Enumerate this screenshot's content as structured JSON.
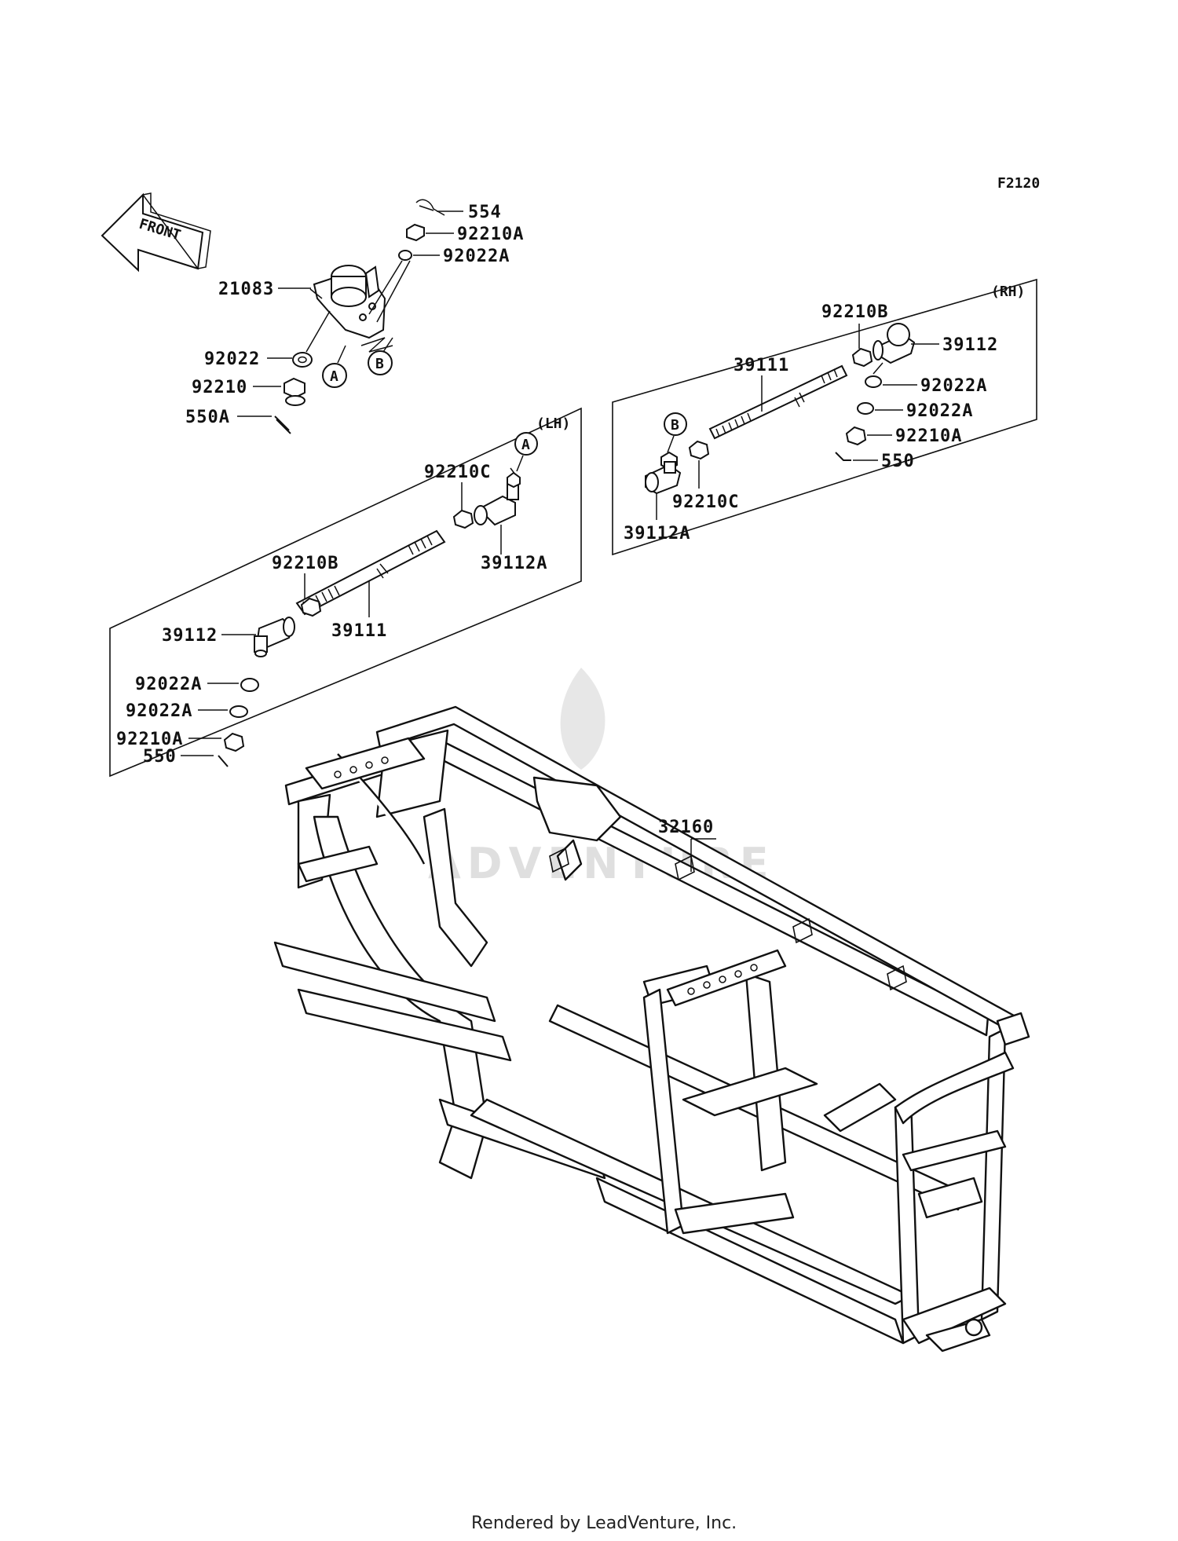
{
  "diagram_code": "F2120",
  "front_arrow_label": "FRONT",
  "watermark_text": "ADVENTURE",
  "footer": "Rendered by LeadVenture, Inc.",
  "top_group": {
    "part_554": "554",
    "part_92210A": "92210A",
    "part_92022A": "92022A",
    "part_21083": "21083",
    "part_92022": "92022",
    "part_92210": "92210",
    "part_550A": "550A",
    "callout_A": "A",
    "callout_B": "B"
  },
  "lh_group": {
    "side": "(LH)",
    "callout_A": "A",
    "part_92210C": "92210C",
    "part_39112A": "39112A",
    "part_92210B": "92210B",
    "part_39111": "39111",
    "part_39112": "39112",
    "part_92022A_1": "92022A",
    "part_92022A_2": "92022A",
    "part_92210A": "92210A",
    "part_550": "550"
  },
  "rh_group": {
    "side": "(RH)",
    "part_92210B": "92210B",
    "part_39112": "39112",
    "part_39111": "39111",
    "part_92022A_1": "92022A",
    "part_92022A_2": "92022A",
    "part_92210A": "92210A",
    "part_550": "550",
    "callout_B": "B",
    "part_92210C": "92210C",
    "part_39112A": "39112A"
  },
  "frame_part": "32160"
}
